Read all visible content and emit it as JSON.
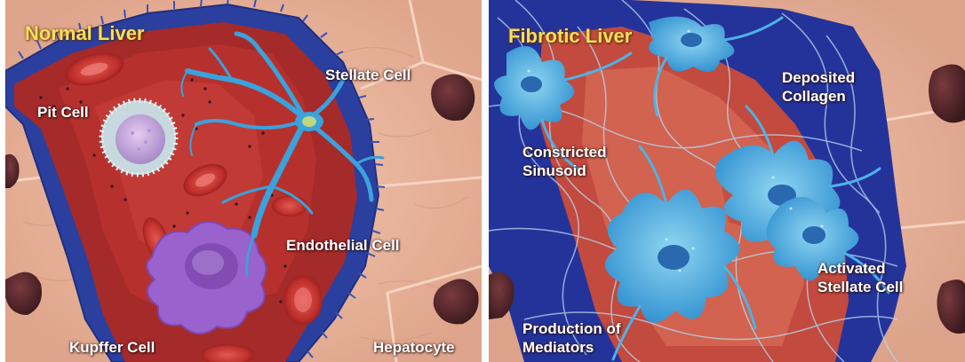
{
  "left_panel": {
    "title": "Normal Liver",
    "labels": {
      "stellate": "Stellate Cell",
      "pit": "Pit Cell",
      "endothelial": "Endothelial Cell",
      "kupffer": "Kupffer Cell",
      "hepatocyte": "Hepatocyte"
    }
  },
  "right_panel": {
    "title": "Fibrotic Liver",
    "labels": {
      "deposited_1": "Deposited",
      "deposited_2": "Collagen",
      "constricted_1": "Constricted",
      "constricted_2": "Sinusoid",
      "activated_1": "Activated",
      "activated_2": "Stellate Cell",
      "production_1": "Production of",
      "production_2": "Mediators"
    }
  },
  "colors": {
    "hepatocyte": "#e9b49c",
    "nucleus": "#4a2428",
    "sinusoid_blue": "#2b3f9e",
    "blood": "#b8322e",
    "stellate": "#3aa2dc",
    "kupffer": "#9a62cc",
    "title_yellow": "#f3df62"
  }
}
